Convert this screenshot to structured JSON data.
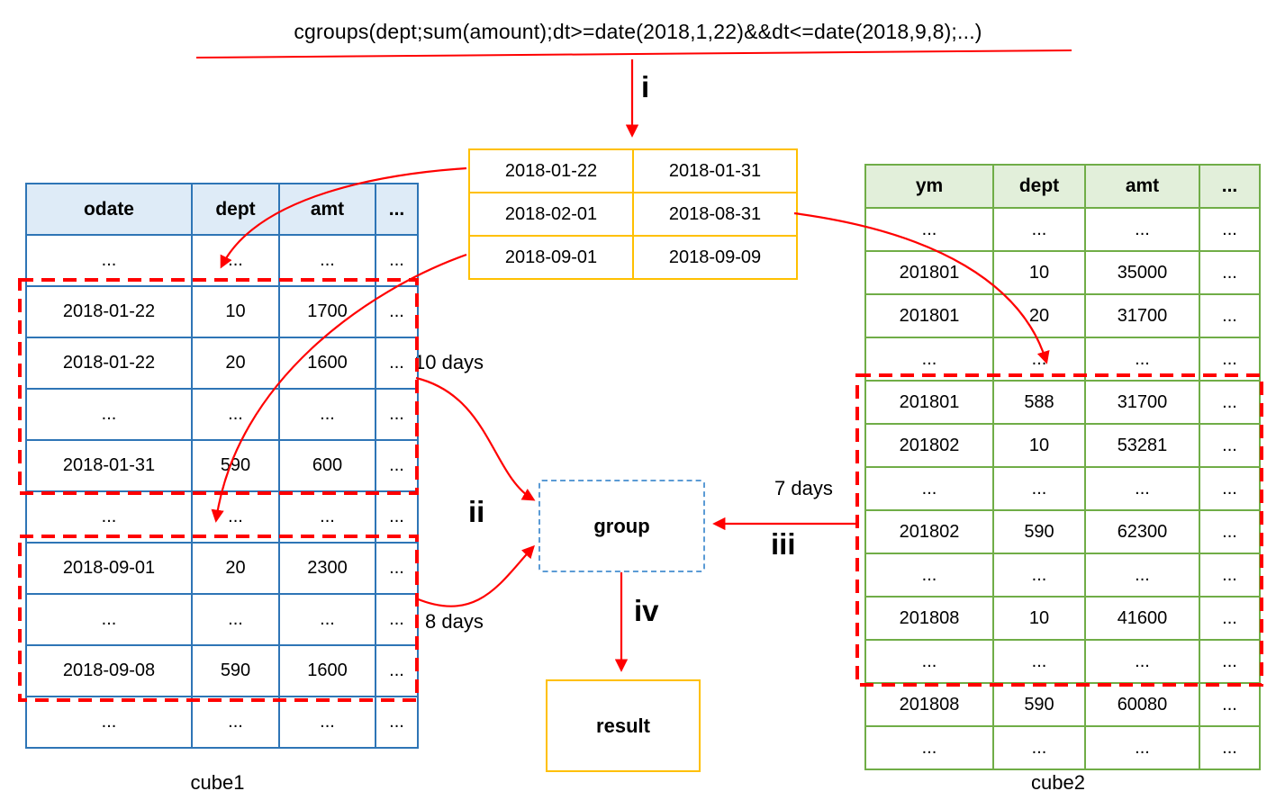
{
  "formula": {
    "text": "cgroups(dept;sum(amount);dt>=date(2018,1,22)&&dt<=date(2018,9,8);...)"
  },
  "labels": {
    "step_i": "i",
    "step_ii": "ii",
    "step_iii": "iii",
    "step_iv": "iv",
    "ten_days": "10 days",
    "eight_days": "8 days",
    "seven_days": "7 days",
    "group": "group",
    "result": "result",
    "cube1_caption": "cube1",
    "cube2_caption": "cube2"
  },
  "date_ranges": {
    "rows": [
      [
        "2018-01-22",
        "2018-01-31"
      ],
      [
        "2018-02-01",
        "2018-08-31"
      ],
      [
        "2018-09-01",
        "2018-09-09"
      ]
    ]
  },
  "cube1": {
    "headers": [
      "odate",
      "dept",
      "amt",
      "..."
    ],
    "rows": [
      [
        "...",
        "...",
        "...",
        "..."
      ],
      [
        "2018-01-22",
        "10",
        "1700",
        "..."
      ],
      [
        "2018-01-22",
        "20",
        "1600",
        "..."
      ],
      [
        "...",
        "...",
        "...",
        "..."
      ],
      [
        "2018-01-31",
        "590",
        "600",
        "..."
      ],
      [
        "...",
        "...",
        "...",
        "..."
      ],
      [
        "2018-09-01",
        "20",
        "2300",
        "..."
      ],
      [
        "...",
        "...",
        "...",
        "..."
      ],
      [
        "2018-09-08",
        "590",
        "1600",
        "..."
      ],
      [
        "...",
        "...",
        "...",
        "..."
      ]
    ]
  },
  "cube2": {
    "headers": [
      "ym",
      "dept",
      "amt",
      "..."
    ],
    "rows": [
      [
        "...",
        "...",
        "...",
        "..."
      ],
      [
        "201801",
        "10",
        "35000",
        "..."
      ],
      [
        "201801",
        "20",
        "31700",
        "..."
      ],
      [
        "...",
        "...",
        "...",
        "..."
      ],
      [
        "201801",
        "588",
        "31700",
        "..."
      ],
      [
        "201802",
        "10",
        "53281",
        "..."
      ],
      [
        "...",
        "...",
        "...",
        "..."
      ],
      [
        "201802",
        "590",
        "62300",
        "..."
      ],
      [
        "...",
        "...",
        "...",
        "..."
      ],
      [
        "201808",
        "10",
        "41600",
        "..."
      ],
      [
        "...",
        "...",
        "...",
        "..."
      ],
      [
        "201808",
        "590",
        "60080",
        "..."
      ],
      [
        "...",
        "...",
        "...",
        "..."
      ]
    ]
  },
  "colors": {
    "red": "#ff0000",
    "blue": "#2e75b6",
    "blue-fill": "#deebf7",
    "green": "#70ad47",
    "green-fill": "#e2efda",
    "yellow": "#ffc000",
    "group-border": "#5b9bd5"
  }
}
